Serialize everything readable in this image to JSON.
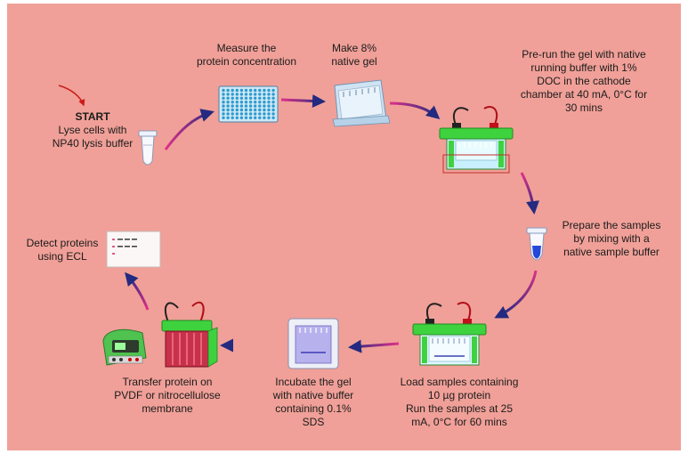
{
  "steps": {
    "start": {
      "title": "START",
      "lines": [
        "Lyse cells with",
        "NP40 lysis buffer"
      ]
    },
    "measure": {
      "lines": [
        "Measure the",
        "protein concentration"
      ]
    },
    "make_gel": {
      "lines": [
        "Make 8%",
        "native gel"
      ]
    },
    "prerun": {
      "lines": [
        "Pre-run the gel with native",
        "running buffer with 1%",
        "DOC in the cathode",
        "chamber at 40 mA, 0°C for",
        "30 mins"
      ]
    },
    "prepare": {
      "lines": [
        "Prepare the samples",
        "by mixing with a",
        "native sample buffer"
      ]
    },
    "load": {
      "lines": [
        "Load samples containing",
        "10 µg protein",
        "Run the samples at 25",
        "mA, 0°C for 60 mins"
      ]
    },
    "incubate": {
      "lines": [
        "Incubate the gel",
        "with native buffer",
        "containing 0.1%",
        "SDS"
      ]
    },
    "transfer": {
      "lines": [
        "Transfer protein on",
        "PVDF or nitrocellulose",
        "membrane"
      ]
    },
    "detect": {
      "lines": [
        "Detect proteins",
        "using ECL"
      ]
    }
  },
  "colors": {
    "background": "#f0a098",
    "arrow_dark": "#232a80",
    "arrow_light": "#e0308a",
    "gel_green": "#3fd23f",
    "tube_blue": "#2448d8",
    "start_arrow": "#cc1a1a"
  },
  "icons": [
    "tube-icon",
    "plate-96-well-icon",
    "gel-cassette-icon",
    "electrophoresis-tank-icon",
    "blot-membrane-icon",
    "power-supply-icon",
    "transfer-tank-icon"
  ]
}
